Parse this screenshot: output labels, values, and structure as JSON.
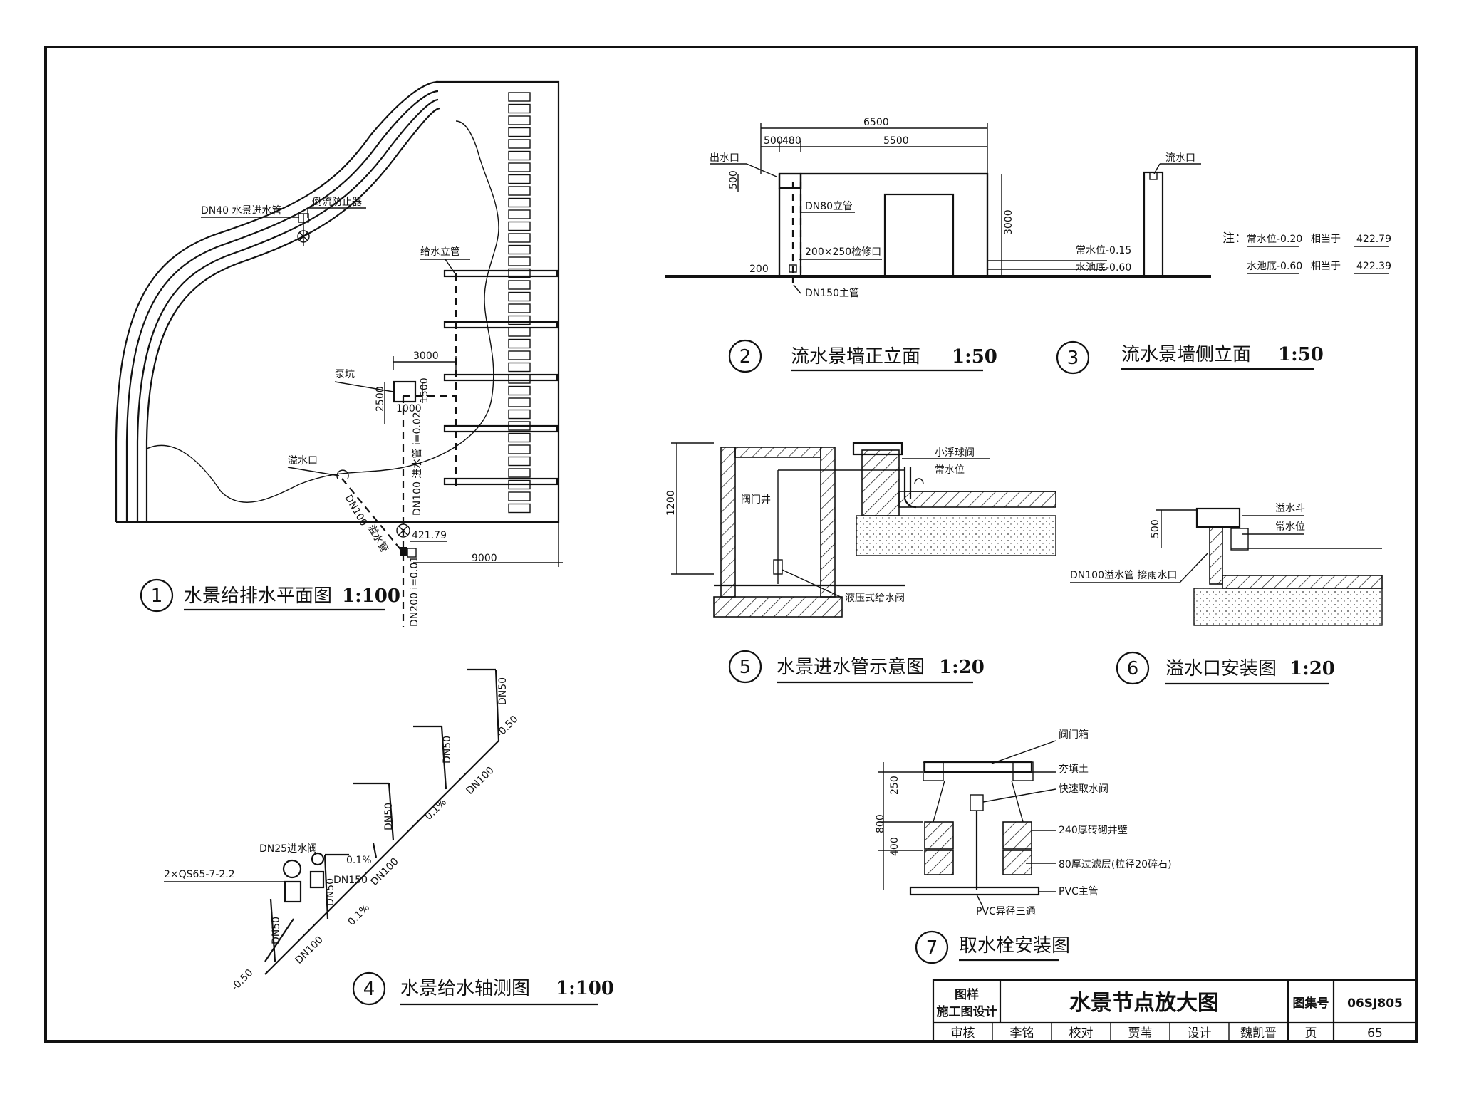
{
  "drawing_title": "水景节点放大图",
  "title_block": {
    "left_top": "图样",
    "left_bottom": "施工图设计",
    "atlas_label": "图集号",
    "atlas_no": "06SJ805",
    "page_label": "页",
    "page_no": "65",
    "signatures": [
      "审核",
      "李铭",
      "校对",
      "贾苇",
      "设计",
      "魏凯晋"
    ]
  },
  "views": {
    "v1": {
      "num": "1",
      "title": "水景给排水平面图",
      "scale": "1:100"
    },
    "v2": {
      "num": "2",
      "title": "流水景墙正立面",
      "scale": "1:50"
    },
    "v3": {
      "num": "3",
      "title": "流水景墙侧立面",
      "scale": "1:50"
    },
    "v4": {
      "num": "4",
      "title": "水景给水轴测图",
      "scale": "1:100"
    },
    "v5": {
      "num": "5",
      "title": "水景进水管示意图",
      "scale": "1:20"
    },
    "v6": {
      "num": "6",
      "title": "溢水口安装图",
      "scale": "1:20"
    },
    "v7": {
      "num": "7",
      "title": "取水栓安装图",
      "scale": ""
    }
  },
  "plan": {
    "inlet_pipe": "DN40 水景进水管",
    "backflow": "倒流防止器",
    "riser": "给水立管",
    "pump_pit": "泵坑",
    "overflow": "溢水口",
    "dim_3000": "3000",
    "dim_2500": "2500",
    "dim_1000": "1000",
    "dim_1500": "1500",
    "dim_9000": "9000",
    "dn100": "DN100",
    "overflow_pipe": "溢水管",
    "inlet_slope": "DN100 进水管 i=0.02",
    "elev": "421.79",
    "dn200": "DN200 i=0.01"
  },
  "front_elev": {
    "outlet": "出水口",
    "d6500": "6500",
    "d500": "500",
    "d480": "480",
    "d5500": "5500",
    "d3000": "3000",
    "dv500": "500",
    "d200": "200",
    "riser": "DN80立管",
    "hatch": "200×250检修口",
    "main": "DN150主管"
  },
  "side_elev": {
    "outlet": "流水口",
    "normal_level": "常水位-0.15",
    "pool_bottom": "水池底-0.60",
    "note_label": "注：",
    "note1_a": "常水位-0.20",
    "note1_b": "相当于",
    "note1_c": "422.79",
    "note2_a": "水池底-0.60",
    "note2_b": "相当于",
    "note2_c": "422.39"
  },
  "inlet_detail": {
    "float_valve": "小浮球阀",
    "normal_level": "常水位",
    "valve_well": "阀门井",
    "d1200": "1200",
    "hyd_valve": "液压式给水阀"
  },
  "overflow_detail": {
    "overflow_bucket": "溢水斗",
    "normal_level": "常水位",
    "d500": "500",
    "pipe": "DN100溢水管 接雨水口"
  },
  "hydrant": {
    "valve_box": "阀门箱",
    "backfill": "夯填土",
    "quick_valve": "快速取水阀",
    "brick_wall": "240厚砖砌井壁",
    "filter": "80厚过滤层(粒径20碎石)",
    "pvc_main": "PVC主管",
    "pvc_tee": "PVC异径三通",
    "d250": "250",
    "d800": "800",
    "d400": "400"
  },
  "axon": {
    "pump": "2×QS65-7-2.2",
    "valve": "DN25进水阀",
    "dn150": "DN150",
    "dn100a": "DN100",
    "dn100b": "DN100",
    "dn100c": "DN100",
    "dn50a": "DN50",
    "dn50b": "DN50",
    "dn50c": "DN50",
    "dn50d": "DN50",
    "dn50e": "DN50",
    "slope1": "0.1%",
    "slope2": "0.1%",
    "slope3": "0.1%",
    "elev_top": "-0.50",
    "elev_bot": "-0.50"
  }
}
